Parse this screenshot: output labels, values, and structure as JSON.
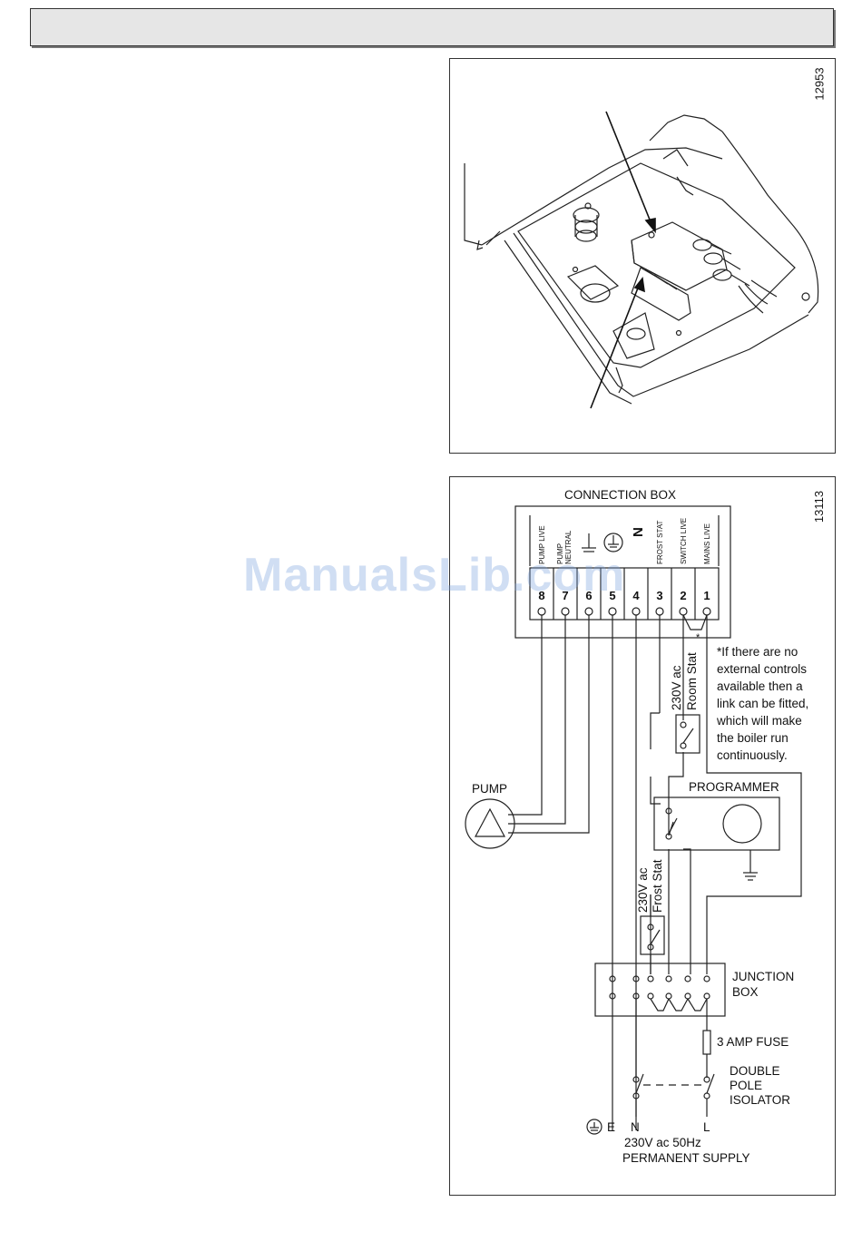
{
  "header": {
    "title": ""
  },
  "figure_top": {
    "number": "12953"
  },
  "figure_bottom": {
    "number": "13113",
    "connection_box": {
      "title": "CONNECTION BOX",
      "terminal_numbers": [
        "8",
        "7",
        "6",
        "5",
        "4",
        "3",
        "2",
        "1"
      ],
      "terminal_labels": {
        "t8": "PUMP LIVE",
        "t7a": "PUMP",
        "t7b": "NEUTRAL",
        "t4": "N",
        "t3": "FROST STAT",
        "t2": "SWITCH LIVE",
        "t1": "MAINS LIVE"
      },
      "link_marker": "*"
    },
    "note_lines": [
      "*If there are no",
      "external controls",
      "available then a",
      "link can be fitted,",
      "which will make",
      "the boiler run",
      "continuously."
    ],
    "room_stat": {
      "line1": "230V ac",
      "line2": "Room Stat"
    },
    "frost_stat": {
      "line1": "230V ac",
      "line2": "Frost Stat"
    },
    "pump_label": "PUMP",
    "programmer_label": "PROGRAMMER",
    "junction_box": {
      "line1": "JUNCTION",
      "line2": "BOX"
    },
    "fuse_label": "3 AMP FUSE",
    "isolator": {
      "line1": "DOUBLE",
      "line2": "POLE",
      "line3": "ISOLATOR"
    },
    "supply_terminals": {
      "e": "E",
      "n": "N",
      "l": "L"
    },
    "supply": {
      "line1": "230V ac 50Hz",
      "line2": "PERMANENT SUPPLY"
    }
  },
  "watermark": "ManualsLib.com"
}
